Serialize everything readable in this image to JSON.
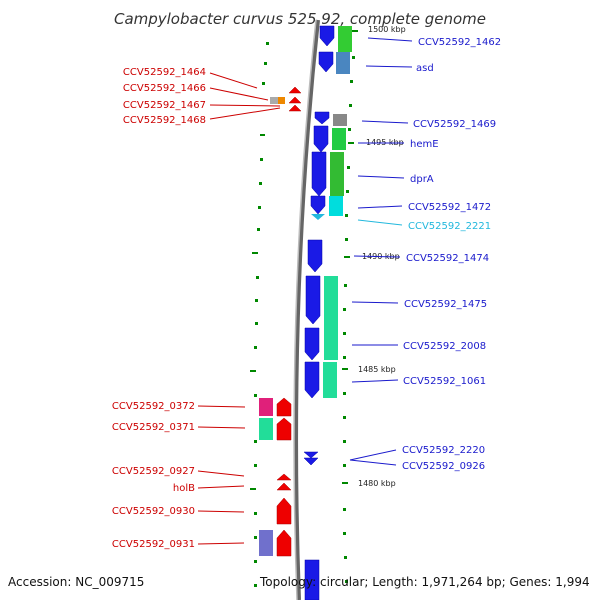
{
  "title": "Campylobacter curvus 525.92, complete genome",
  "footer": {
    "accession": "Accession: NC_009715",
    "topology": "Topology: circular; Length: 1,971,264 bp; Genes: 1,994"
  },
  "kbp_marks": {
    "k1500": "1500 kbp",
    "k1495": "1495 kbp",
    "k1490": "1490 kbp",
    "k1485": "1485 kbp",
    "k1480": "1480 kbp"
  },
  "left_labels": [
    "CCV52592_1464",
    "CCV52592_1466",
    "CCV52592_1467",
    "CCV52592_1468",
    "CCV52592_0372",
    "CCV52592_0371",
    "CCV52592_0927",
    "holB",
    "CCV52592_0930",
    "CCV52592_0931"
  ],
  "right_labels": [
    "CCV52592_1462",
    "asd",
    "CCV52592_1469",
    "hemE",
    "dprA",
    "CCV52592_1472",
    "CCV52592_2221",
    "CCV52592_1474",
    "CCV52592_1475",
    "CCV52592_2008",
    "CCV52592_1061",
    "CCV52592_2220",
    "CCV52592_0926"
  ],
  "colors": {
    "forward_cds": "#ee0000",
    "reverse_cds": "#1a1ae6",
    "backbone": "#888888",
    "tick": "#008800",
    "cog_green": "#33cc33",
    "cog_steelblue": "#4a86c0",
    "cog_mint": "#22dd99",
    "cog_cyan": "#00dddd",
    "cog_magenta": "#e0207a",
    "cog_slate": "#7070cc"
  }
}
